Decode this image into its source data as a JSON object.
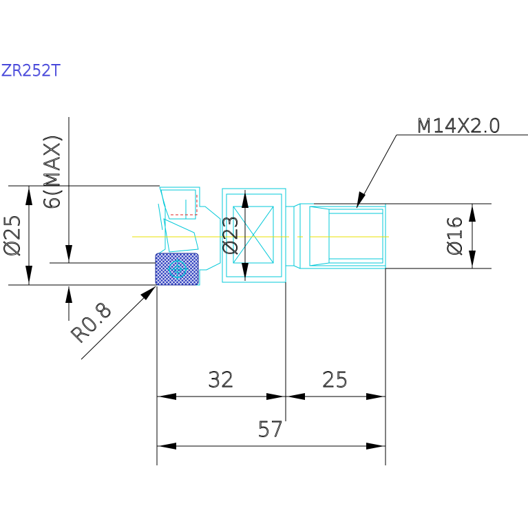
{
  "title": "ZR252T",
  "dimensions": {
    "max_depth": "6(MAX)",
    "diameter_body": "Ø25",
    "diameter_neck": "Ø23",
    "diameter_shank": "Ø16",
    "thread": "M14X2.0",
    "corner_radius": "R0.8",
    "length_head": "32",
    "length_thread": "25",
    "length_total": "57"
  },
  "colors": {
    "outline": "#00c8d8",
    "dimension": "#000000",
    "title": "#3c3cd8",
    "insert_hatch": "#1a2a9a",
    "centerline": "#e8e000",
    "hidden": "#e02020"
  }
}
